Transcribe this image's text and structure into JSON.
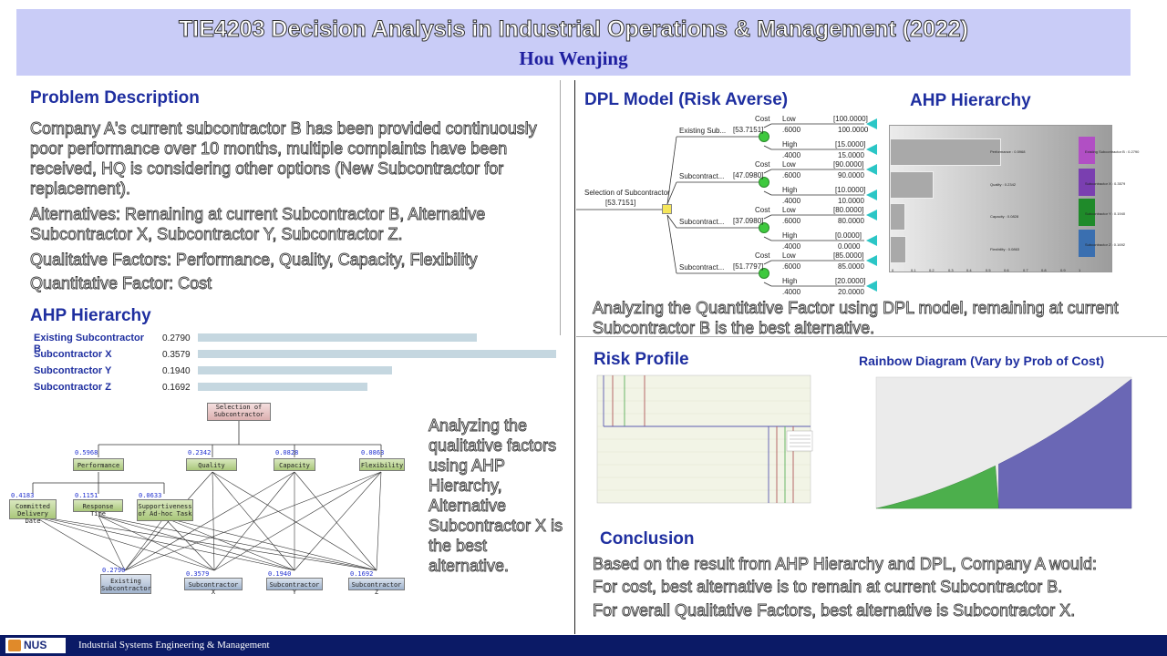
{
  "banner": {
    "title": "TIE4203 Decision Analysis in Industrial Operations & Management (2022)",
    "author": "Hou Wenjing"
  },
  "problem": {
    "heading": "Problem Description",
    "paragraph1": "Company A's current subcontractor B has been provided continuously poor performance over 10 months, multiple complaints have been received, HQ is considering other options (New Subcontractor for replacement).",
    "paragraph2": "Alternatives: Remaining at current Subcontractor B, Alternative Subcontractor X, Subcontractor Y,  Subcontractor Z.",
    "paragraph3": "Qualitative Factors: Performance, Quality, Capacity, Flexibility",
    "paragraph4": "Quantitative Factor: Cost"
  },
  "ahp_left": {
    "heading": "AHP Hierarchy",
    "rows": [
      {
        "name": "Existing Subcontractor B",
        "value": "0.2790",
        "weight": 0.279
      },
      {
        "name": "Subcontractor X",
        "value": "0.3579",
        "weight": 0.3579
      },
      {
        "name": "Subcontractor Y",
        "value": "0.1940",
        "weight": 0.194
      },
      {
        "name": "Subcontractor Z",
        "value": "0.1692",
        "weight": 0.1692
      }
    ],
    "analysis": "Analyzing the qualitative factors using AHP Hierarchy, Alternative Subcontractor X is the best alternative."
  },
  "ahp_diagram": {
    "goal": "Selection of Subcontractor",
    "criteria": [
      {
        "name": "Performance",
        "weight": "0.5968"
      },
      {
        "name": "Quality",
        "weight": "0.2342"
      },
      {
        "name": "Capacity",
        "weight": "0.0828"
      },
      {
        "name": "Flexibility",
        "weight": "0.0863"
      }
    ],
    "subcriteria": [
      {
        "name": "Committed Delivery Date",
        "weight": "0.4183"
      },
      {
        "name": "Response Time",
        "weight": "0.1151"
      },
      {
        "name": "Supportiveness of Ad-hoc Task",
        "weight": "0.0633"
      }
    ],
    "alternatives": [
      {
        "name": "Existing Subcontractor",
        "weight": "0.2790"
      },
      {
        "name": "Subcontractor X",
        "weight": "0.3579"
      },
      {
        "name": "Subcontractor Y",
        "weight": "0.1940"
      },
      {
        "name": "Subcontractor Z",
        "weight": "0.1692"
      }
    ]
  },
  "dpl": {
    "heading": "DPL Model (Risk Averse)",
    "root_label": "Selection of Subcontractor",
    "root_value": "[53.7151]",
    "branches": [
      {
        "name": "Existing Sub...",
        "value": "[53.7151]",
        "low": "[100.0000]",
        "low_v": "100.0000",
        "high": "[15.0000]",
        "high_v": "15.0000"
      },
      {
        "name": "Subcontract...",
        "value": "[47.0980]",
        "low": "[90.0000]",
        "low_v": "90.0000",
        "high": "[10.0000]",
        "high_v": "10.0000"
      },
      {
        "name": "Subcontract...",
        "value": "[37.0980]",
        "low": "[80.0000]",
        "low_v": "80.0000",
        "high": "[0.0000]",
        "high_v": "0.0000"
      },
      {
        "name": "Subcontract...",
        "value": "[51.7797]",
        "low": "[85.0000]",
        "low_v": "85.0000",
        "high": "[20.0000]",
        "high_v": "20.0000"
      }
    ],
    "cost_label": "Cost",
    "low_label": "Low",
    "high_label": "High",
    "p_low": ".6000",
    "p_high": ".4000",
    "analysis": "Analyzing the Quantitative Factor using DPL model, remaining at current Subcontractor B is the best alternative."
  },
  "ahp_right": {
    "heading": "AHP Hierarchy",
    "criteria": [
      {
        "label": "Performance : 0.5968",
        "value": 0.5968
      },
      {
        "label": "Quality : 0.2342",
        "value": 0.2342
      },
      {
        "label": "Capacity : 0.0828",
        "value": 0.0828
      },
      {
        "label": "Flexibility : 0.0863",
        "value": 0.0863
      }
    ],
    "alternatives": [
      {
        "label": "Existing Subcontractor B : 0.2790",
        "color": "#b14fc4"
      },
      {
        "label": "Subcontractor X : 0.3579",
        "color": "#7a3fb0"
      },
      {
        "label": "Subcontractor Y : 0.1940",
        "color": "#1f8a2a"
      },
      {
        "label": "Subcontractor Z : 0.1692",
        "color": "#3a6fb0"
      }
    ],
    "ticks": [
      "0",
      "0.1",
      "0.2",
      "0.3",
      "0.4",
      "0.5",
      "0.6",
      "0.7",
      "0.8",
      "0.9",
      "1"
    ]
  },
  "risk_profile": {
    "heading": "Risk Profile"
  },
  "rainbow": {
    "heading": "Rainbow Diagram (Vary by Prob of Cost)"
  },
  "conclusion": {
    "heading": "Conclusion",
    "line1": "Based on the result from AHP Hierarchy and DPL, Company A would:",
    "line2": "For cost, best alternative is to remain at current Subcontractor B.",
    "line3": "For overall Qualitative Factors, best alternative is Subcontractor X."
  },
  "footer": {
    "logo_text": "NUS",
    "text": "Industrial Systems Engineering & Management"
  },
  "colors": {
    "banner_bg": "#c9ccf7",
    "heading": "#1f2fa0",
    "footer_bg": "#0b1a66",
    "rainbow_green": "#4caf4c",
    "rainbow_purple": "#6a67b5"
  }
}
